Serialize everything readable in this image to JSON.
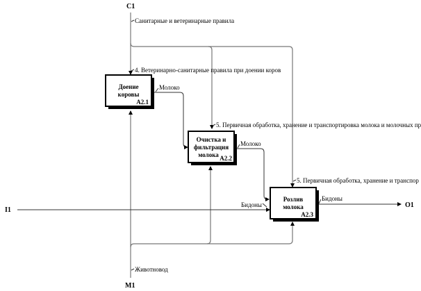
{
  "diagram": {
    "type": "IDEF0",
    "tunnels": {
      "control": "C1",
      "input": "I1",
      "output": "O1",
      "mechanism": "M1"
    },
    "boxes": [
      {
        "id": "A2.1",
        "title_lines": [
          "Доение",
          "коровы"
        ],
        "number": "A2.1"
      },
      {
        "id": "A2.2",
        "title_lines": [
          "Очистка и",
          "фильтрация",
          "молока"
        ],
        "number": "A2.2"
      },
      {
        "id": "A2.3",
        "title_lines": [
          "Розлив",
          "молока"
        ],
        "number": "A2.3"
      }
    ],
    "arrow_labels": {
      "control_main": "Санитарные и ветеринарные правила",
      "control_a21": "4. Ветеринарно-санитарные правила при доении коров",
      "control_a22": "5. Первичная обработка, хранение и транспортировка молока и молочных пр",
      "control_a23": "5. Первичная обработка, хранение и транспор",
      "output_a21": "Молоко",
      "output_a22": "Молоко",
      "input_a23": "Бидоны",
      "output_a23": "Бидоны",
      "mechanism_main": "Животновод"
    }
  }
}
